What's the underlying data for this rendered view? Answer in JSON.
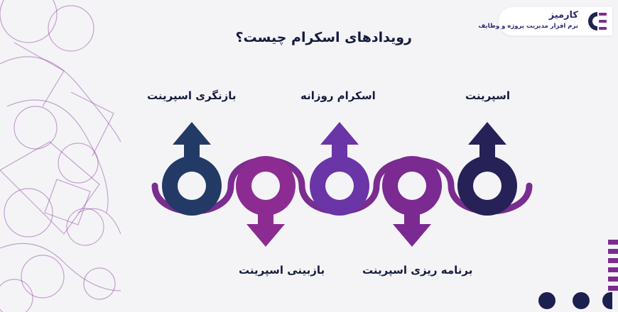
{
  "brand": {
    "name": "کارمیز",
    "tagline": "نرم افزار مدیریت پروژه و وظایف"
  },
  "title": "رویدادهای اسکرام چیست؟",
  "events": [
    {
      "label": "اسپرینت",
      "direction": "up",
      "color": "#262157"
    },
    {
      "label": "برنامه ریزی اسپرینت",
      "direction": "down",
      "color": "#7a2a91"
    },
    {
      "label": "اسکرام روزانه",
      "direction": "up",
      "color": "#6a35a6"
    },
    {
      "label": "بازبینی اسپرینت",
      "direction": "down",
      "color": "#8c2c92"
    },
    {
      "label": "بازنگری اسپرینت",
      "direction": "up",
      "color": "#233a66"
    }
  ],
  "colors": {
    "accent_purple": "#7b2c8f",
    "navy": "#1f2350",
    "dots": "#1c2050"
  },
  "icons": [
    "logo-mark-icon",
    "up-arrow-icon",
    "down-arrow-icon",
    "stripe-bars-icon",
    "dot-icon"
  ]
}
